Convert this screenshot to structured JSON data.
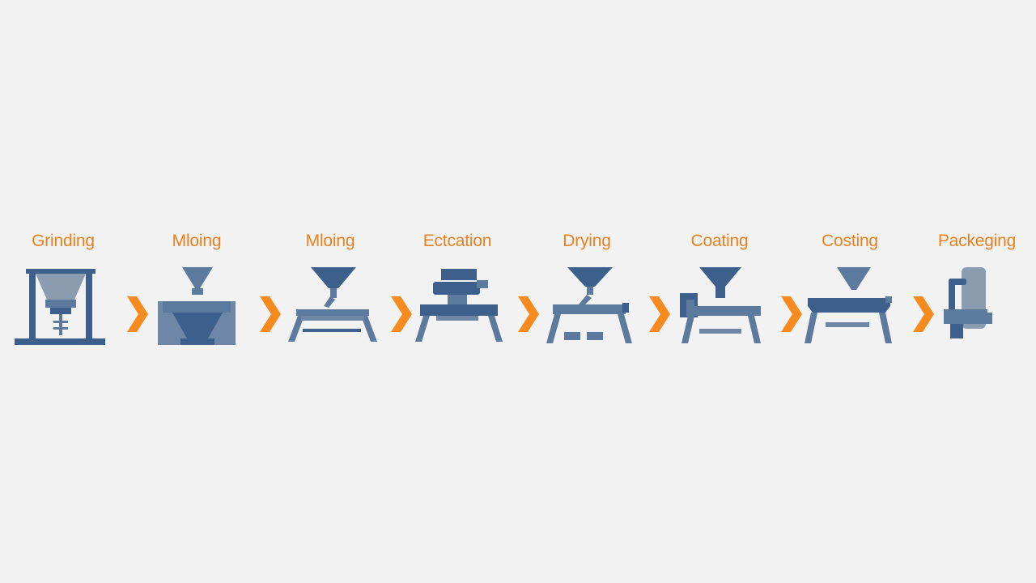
{
  "colors": {
    "background": "#f2f2f2",
    "machine_dark": "#3d5f8c",
    "machine_mid": "#5c7a9e",
    "machine_light": "#8b9bb0",
    "label": "#e8801f",
    "arrow": "#f58a1f"
  },
  "steps": [
    {
      "label": "Grinding",
      "icon": "hopper-frame-grinder-icon"
    },
    {
      "label": "Mloing",
      "icon": "hopper-milling-machine-icon"
    },
    {
      "label": "Mloing",
      "icon": "funnel-table-mill-icon"
    },
    {
      "label": "Ectcation",
      "icon": "extraction-press-icon"
    },
    {
      "label": "Drying",
      "icon": "funnel-dryer-icon"
    },
    {
      "label": "Coating",
      "icon": "coating-machine-icon"
    },
    {
      "label": "Costing",
      "icon": "hopper-conveyor-coater-icon"
    },
    {
      "label": "Packeging",
      "icon": "packaging-machine-icon"
    }
  ],
  "connector_icon": "chevron-right-icon"
}
